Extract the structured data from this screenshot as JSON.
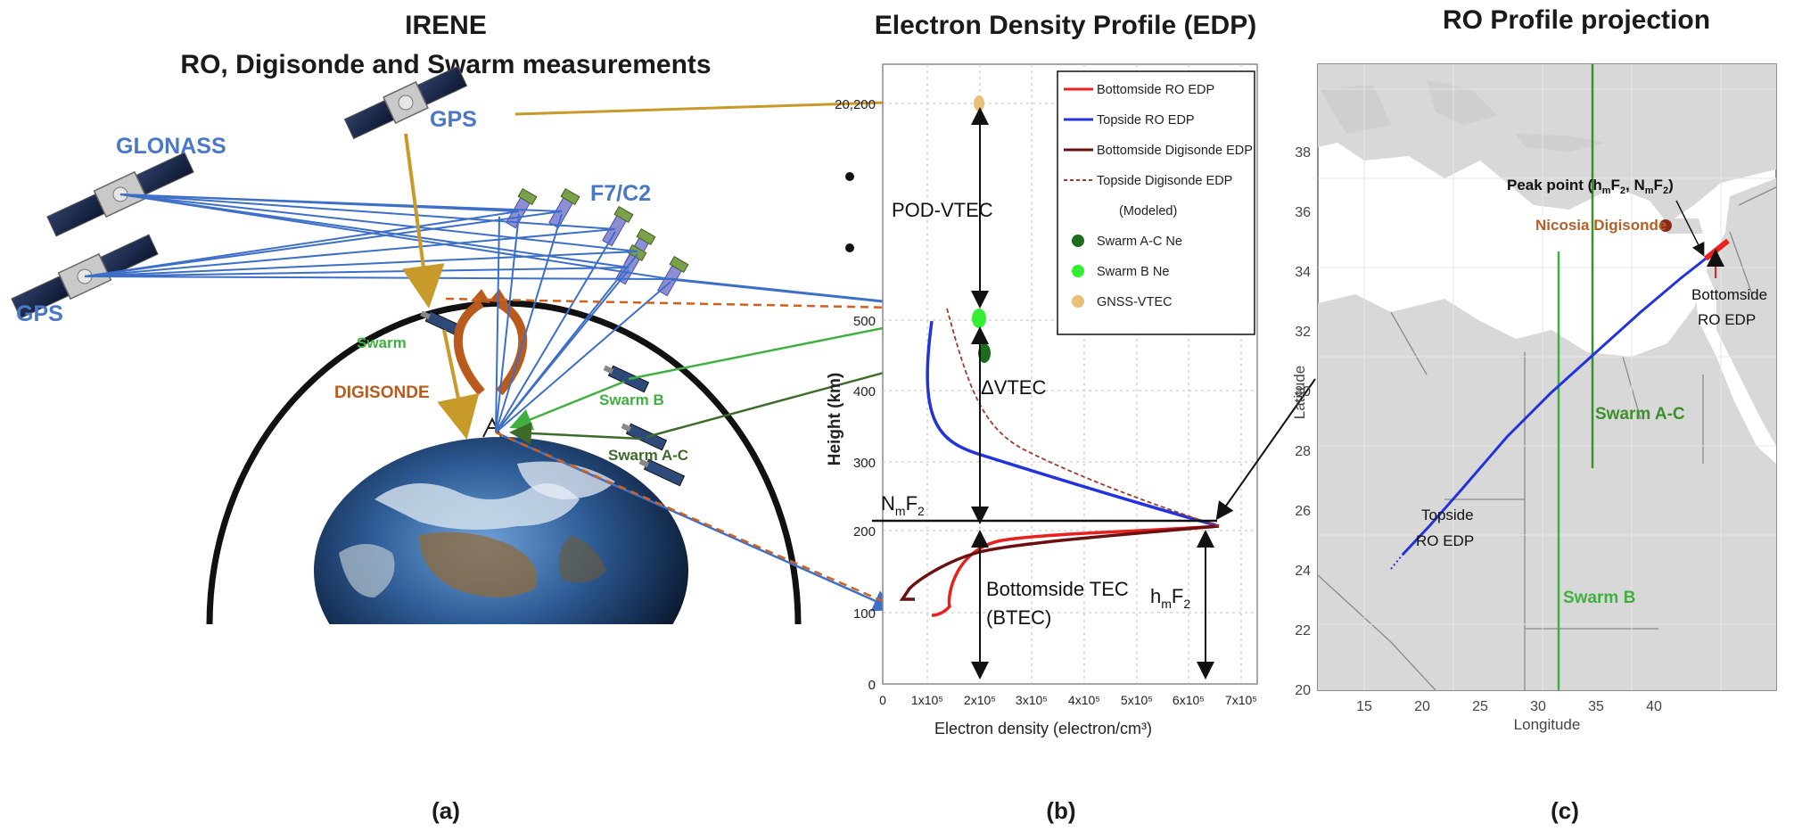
{
  "panel_a": {
    "title_line1": "IRENE",
    "title_line2": "RO, Digisonde and Swarm measurements",
    "labels": {
      "glonass": "GLONASS",
      "gps_top": "GPS",
      "gps_left": "GPS",
      "f7c2": "F7/C2",
      "swarm": "Swarm",
      "digisonde": "DIGISONDE",
      "swarm_b": "Swarm B",
      "swarm_ac": "Swarm A-C"
    },
    "caption": "(a)"
  },
  "panel_b": {
    "title": "Electron Density Profile (EDP)",
    "ylabel": "Height (km)",
    "xlabel": "Electron density (electron/cm³)",
    "y_ticks": [
      "0",
      "100",
      "200",
      "300",
      "400",
      "500",
      "20,200"
    ],
    "x_ticks": [
      "0",
      "1x10⁵",
      "2x10⁵",
      "3x10⁵",
      "4x10⁵",
      "5x10⁵",
      "6x10⁵",
      "7x10⁵"
    ],
    "legend": [
      {
        "label": "Bottomside RO EDP",
        "color": "#e8201e",
        "kind": "line"
      },
      {
        "label": "Topside RO EDP",
        "color": "#2233dd",
        "kind": "line"
      },
      {
        "label": "Bottomside Digisonde EDP",
        "color": "#6b1010",
        "kind": "line"
      },
      {
        "label": "Topside Digisonde EDP",
        "color": "#a03a2a",
        "kind": "dash"
      },
      {
        "label": "(Modeled)",
        "color": "",
        "kind": "none"
      },
      {
        "label": "Swarm A-C Ne",
        "color": "#1d6b1d",
        "kind": "dot"
      },
      {
        "label": "Swarm B Ne",
        "color": "#33ee33",
        "kind": "dot"
      },
      {
        "label": "GNSS-VTEC",
        "color": "#e8c07a",
        "kind": "dot"
      }
    ],
    "annotations": {
      "pod_vtec": "POD-VTEC",
      "delta_vtec": "ΔVTEC",
      "nmf2_main": "N",
      "nmf2_sub": "m",
      "nmf2_tail": "F",
      "nmf2_sub2": "2",
      "bottomside_tec_1": "Bottomside TEC",
      "bottomside_tec_2": "(BTEC)",
      "hmf2_main": "h",
      "hmf2_sub": "m",
      "hmf2_tail": "F",
      "hmf2_sub2": "2"
    },
    "caption": "(b)"
  },
  "panel_c": {
    "title": "RO Profile projection",
    "xlabel": "Longitude",
    "ylabel": "Latitude",
    "x_ticks": [
      "15",
      "20",
      "25",
      "30",
      "35",
      "40"
    ],
    "y_ticks": [
      "20",
      "22",
      "24",
      "26",
      "28",
      "30",
      "32",
      "34",
      "36",
      "38"
    ],
    "labels": {
      "peak_point": "Peak point (h",
      "peak_point_sub1": "m",
      "peak_point_mid": "F",
      "peak_point_sub2": "2",
      "peak_point_mid2": ", N",
      "peak_point_sub3": "m",
      "peak_point_mid3": "F",
      "peak_point_sub4": "2",
      "peak_point_end": ")",
      "nicosia": "Nicosia Digisonde",
      "bottomside_1": "Bottomside",
      "bottomside_2": "RO EDP",
      "topside_1": "Topside",
      "topside_2": "RO EDP",
      "swarm_ac": "Swarm A-C",
      "swarm_b": "Swarm B"
    },
    "caption": "(c)"
  },
  "colors": {
    "blue_link": "#3d6fc8",
    "gold_link": "#c89a2a",
    "orange_dash": "#d0601a",
    "green_light": "#3fb03f",
    "green_dark": "#3c6b2a",
    "map_land": "#d8d8d8",
    "map_sea": "#ffffff"
  }
}
